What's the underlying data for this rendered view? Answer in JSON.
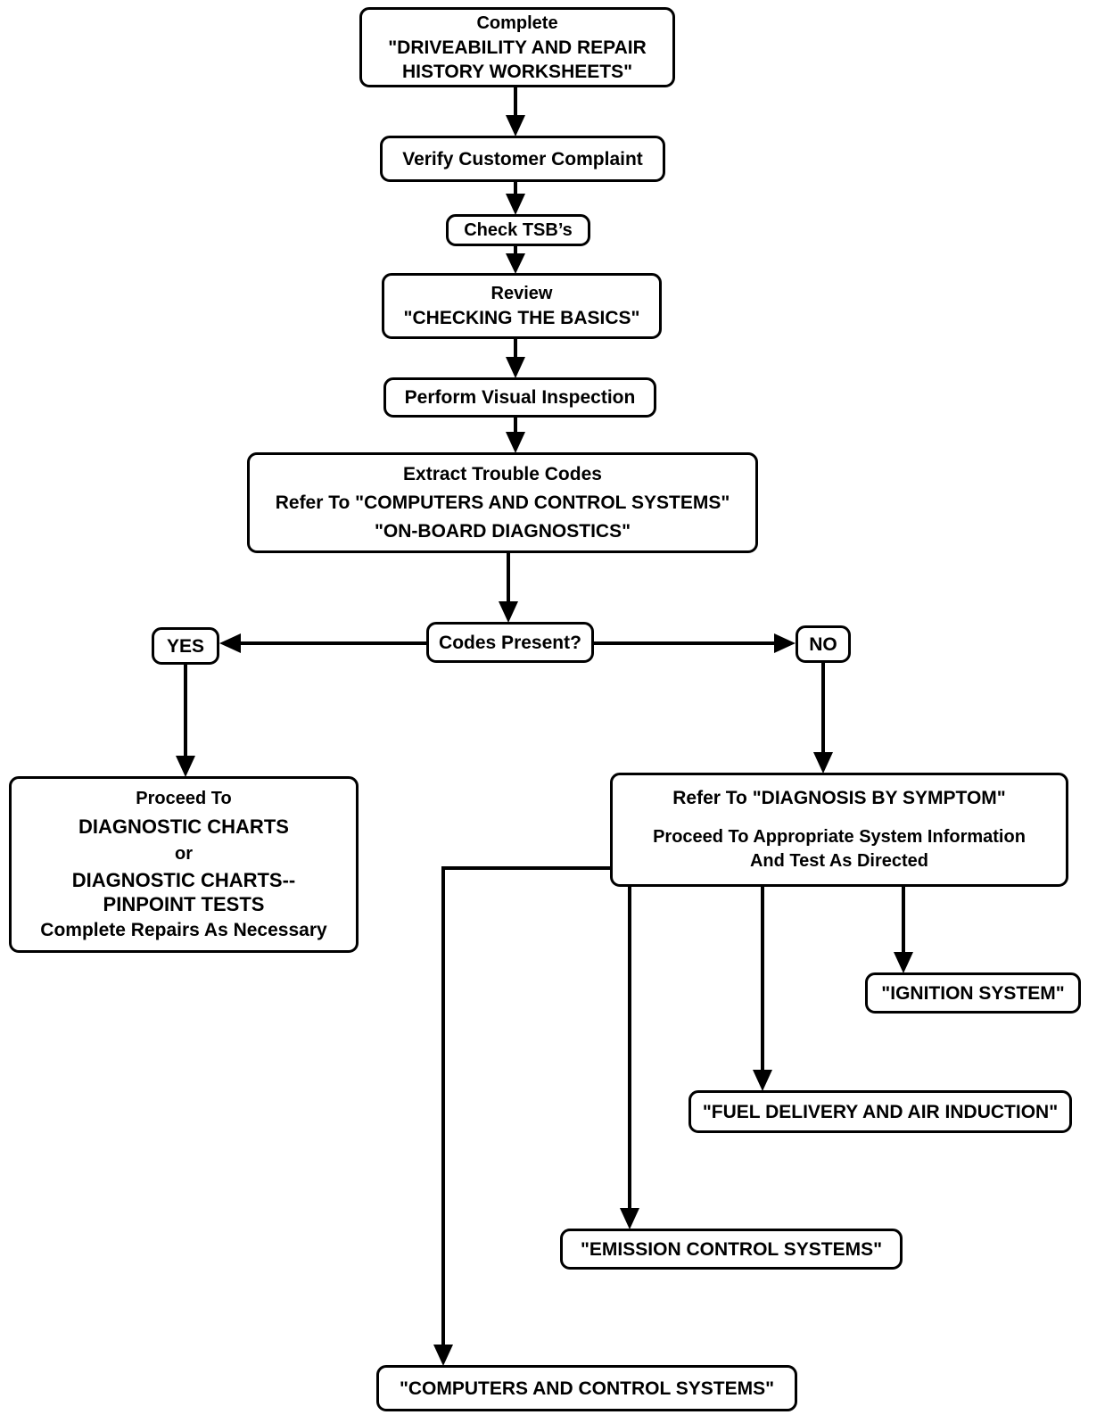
{
  "diagram": {
    "type": "flowchart",
    "background": "#ffffff",
    "line_color": "#000000",
    "text_color": "#000000",
    "nodes": {
      "complete_worksheets": {
        "lines": [
          "Complete",
          "\"DRIVEABILITY AND REPAIR",
          "HISTORY WORKSHEETS\""
        ]
      },
      "verify_complaint": {
        "lines": [
          "Verify Customer Complaint"
        ]
      },
      "check_tsbs": {
        "lines": [
          "Check TSB’s"
        ]
      },
      "review_basics": {
        "lines": [
          "Review",
          "\"CHECKING THE BASICS\""
        ]
      },
      "perform_visual": {
        "lines": [
          "Perform Visual Inspection"
        ]
      },
      "extract_codes": {
        "lines": [
          "Extract Trouble Codes",
          "Refer To \"COMPUTERS AND CONTROL SYSTEMS\"",
          "\"ON-BOARD DIAGNOSTICS\""
        ]
      },
      "codes_present": {
        "lines": [
          "Codes Present?"
        ]
      },
      "yes_label": {
        "lines": [
          "YES"
        ]
      },
      "no_label": {
        "lines": [
          "NO"
        ]
      },
      "proceed_diagnostic": {
        "lines": [
          "Proceed To",
          "DIAGNOSTIC CHARTS",
          "or",
          "DIAGNOSTIC CHARTS--",
          "PINPOINT TESTS",
          "Complete Repairs As Necessary"
        ]
      },
      "refer_symptom": {
        "lines": [
          "Refer To \"DIAGNOSIS BY SYMPTOM\"",
          "Proceed To Appropriate System Information",
          "And Test As Directed"
        ]
      },
      "ignition_system": {
        "lines": [
          "\"IGNITION SYSTEM\""
        ]
      },
      "fuel_delivery": {
        "lines": [
          "\"FUEL DELIVERY AND AIR INDUCTION\""
        ]
      },
      "emission_control": {
        "lines": [
          "\"EMISSION CONTROL SYSTEMS\""
        ]
      },
      "computers_control": {
        "lines": [
          "\"COMPUTERS AND CONTROL SYSTEMS\""
        ]
      }
    },
    "edges": [
      {
        "from": "complete_worksheets",
        "to": "verify_complaint"
      },
      {
        "from": "verify_complaint",
        "to": "check_tsbs"
      },
      {
        "from": "check_tsbs",
        "to": "review_basics"
      },
      {
        "from": "review_basics",
        "to": "perform_visual"
      },
      {
        "from": "perform_visual",
        "to": "extract_codes"
      },
      {
        "from": "extract_codes",
        "to": "codes_present"
      },
      {
        "from": "codes_present",
        "to": "yes_label"
      },
      {
        "from": "codes_present",
        "to": "no_label"
      },
      {
        "from": "yes_label",
        "to": "proceed_diagnostic"
      },
      {
        "from": "no_label",
        "to": "refer_symptom"
      },
      {
        "from": "refer_symptom",
        "to": "ignition_system"
      },
      {
        "from": "refer_symptom",
        "to": "fuel_delivery"
      },
      {
        "from": "refer_symptom",
        "to": "emission_control"
      },
      {
        "from": "refer_symptom",
        "to": "computers_control"
      }
    ]
  }
}
